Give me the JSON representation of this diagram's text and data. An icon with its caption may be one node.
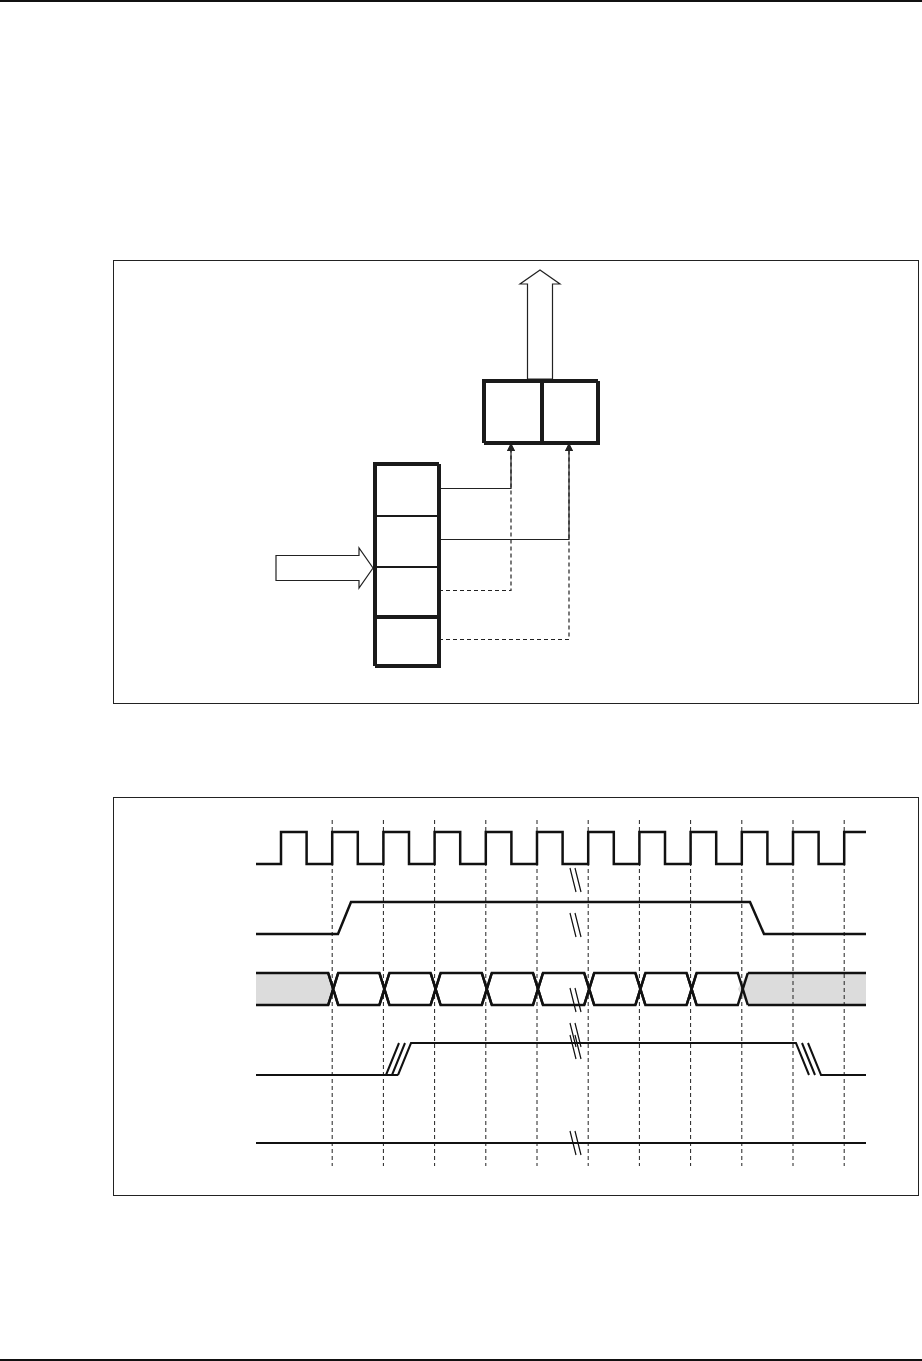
{
  "diagram": {
    "nodes": [
      {
        "text": [],
        "shape": "box"
      },
      {
        "text": [],
        "shape": "box",
        "in": 0
      },
      {
        "text": [],
        "shape": "box",
        "in": 0
      },
      {
        "text": [],
        "shape": "box"
      },
      {
        "text": [],
        "shape": "box",
        "in": 3
      },
      {
        "text": [],
        "shape": "box",
        "in": 3
      },
      {
        "text": [],
        "shape": "box",
        "in": 3
      },
      {
        "text": [],
        "shape": "box",
        "in": 3
      }
    ],
    "edges": [
      {
        "from": null,
        "to": 3,
        "arrow": "to",
        "style": "thick"
      },
      {
        "from": 0,
        "to": null,
        "arrow": "to",
        "style": "thick"
      },
      {
        "from": 4,
        "to": 1,
        "arrow": "to"
      },
      {
        "from": 5,
        "to": 2,
        "arrow": "to"
      },
      {
        "from": 6,
        "to": 1,
        "arrow": "to",
        "style": "dashed"
      },
      {
        "from": 7,
        "to": 2,
        "arrow": "to",
        "style": "dashed"
      }
    ]
  }
}
